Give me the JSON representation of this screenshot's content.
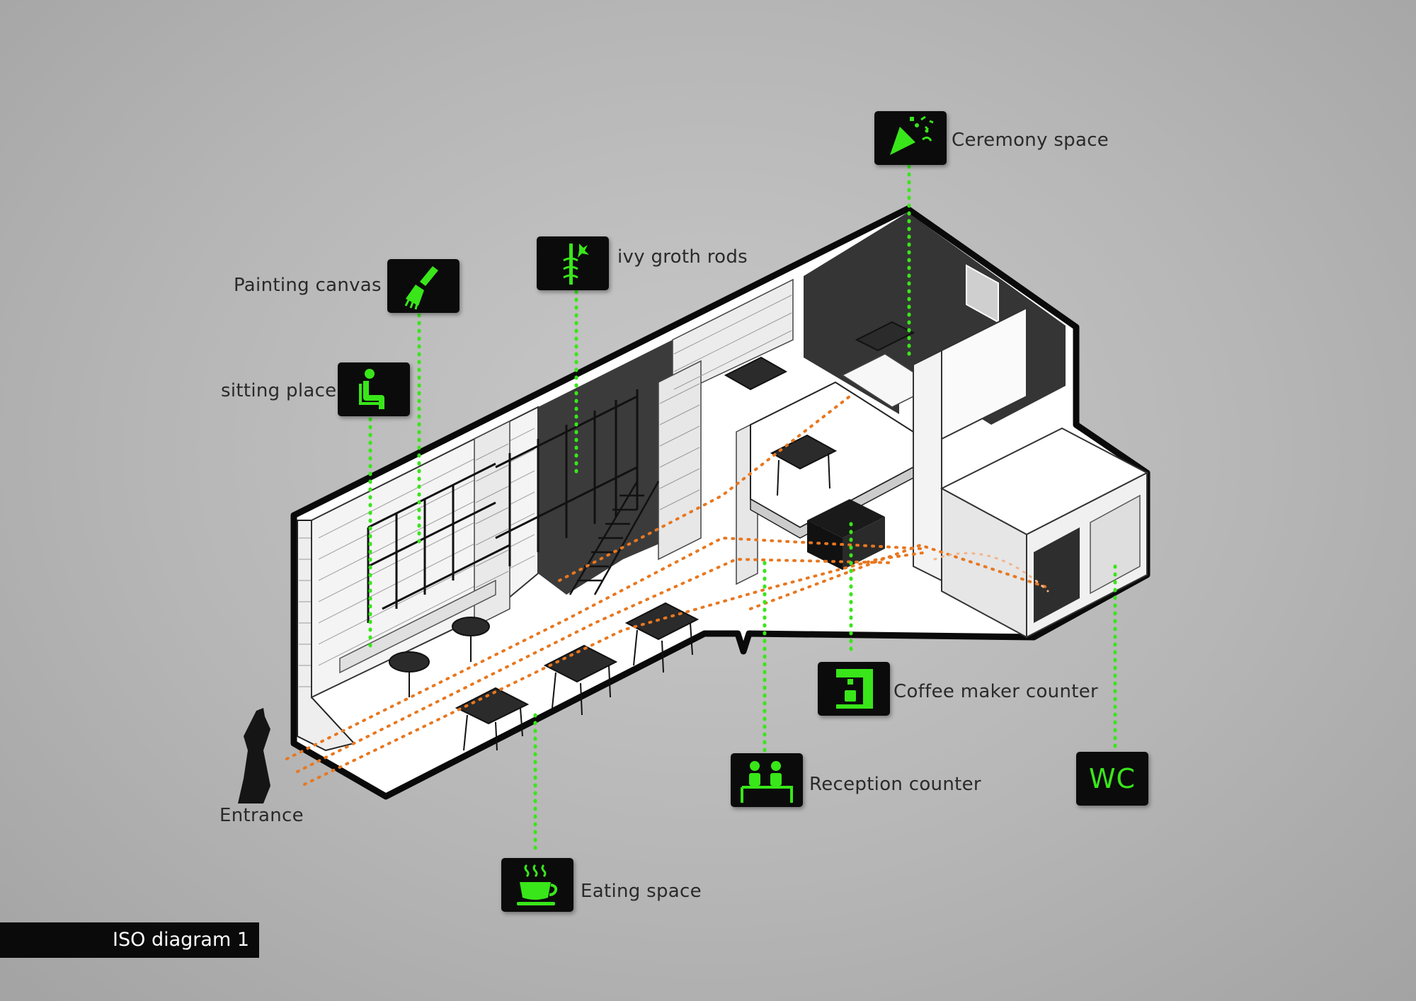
{
  "caption": "ISO diagram 1",
  "labels": {
    "ceremony": "Ceremony space",
    "ivy": "ivy groth rods",
    "painting": "Painting canvas",
    "sitting": "sitting place",
    "coffee": "Coffee maker counter",
    "reception": "Reception counter",
    "wc": "WC",
    "eating": "Eating space",
    "entrance": "Entrance"
  },
  "icons": {
    "ceremony": "party-popper-icon",
    "ivy": "ivy-rod-icon",
    "painting": "paintbrush-icon",
    "sitting": "seated-person-icon",
    "coffee": "coffee-machine-icon",
    "reception": "reception-people-icon",
    "wc": "wc-sign",
    "eating": "coffee-cup-icon"
  },
  "colors": {
    "leader_green": "#39e61a",
    "circulation_orange": "#e8771f",
    "icon_bg": "#0b0b0b",
    "wall_dark": "#3a3a3a",
    "floor": "#ffffff"
  }
}
